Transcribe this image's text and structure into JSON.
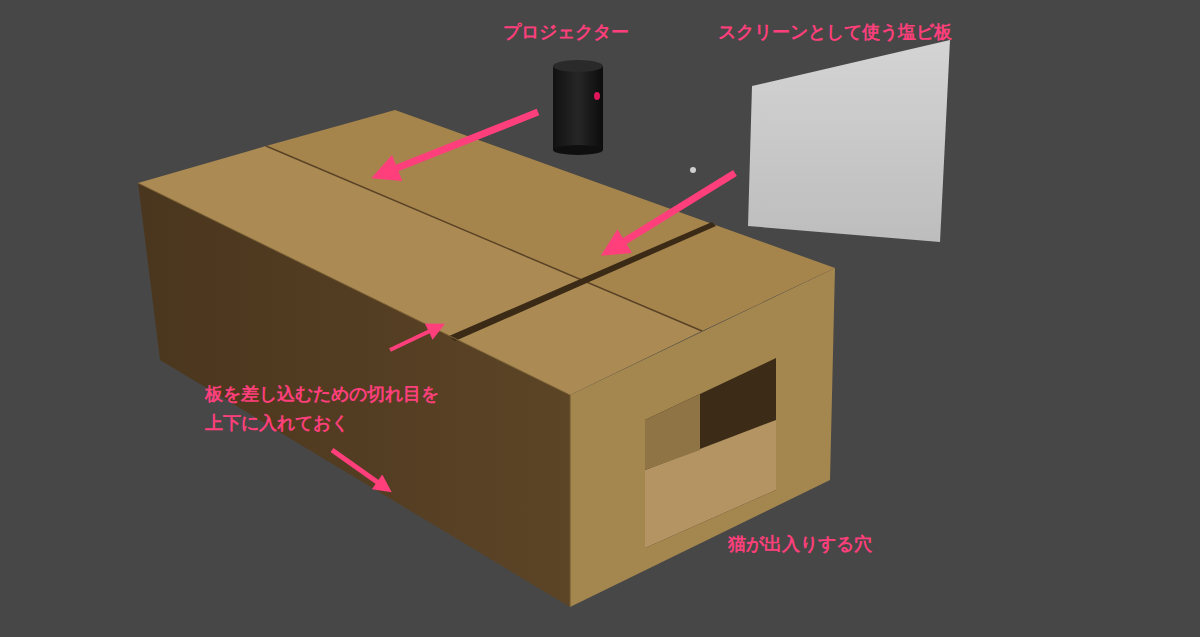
{
  "diagram": {
    "labels": [
      "プロジェクター",
      "スクリーンとして使う塩ビ板",
      "板を差し込むための切れ目を 上下に入れておく",
      "猫が出入りする穴"
    ]
  }
}
